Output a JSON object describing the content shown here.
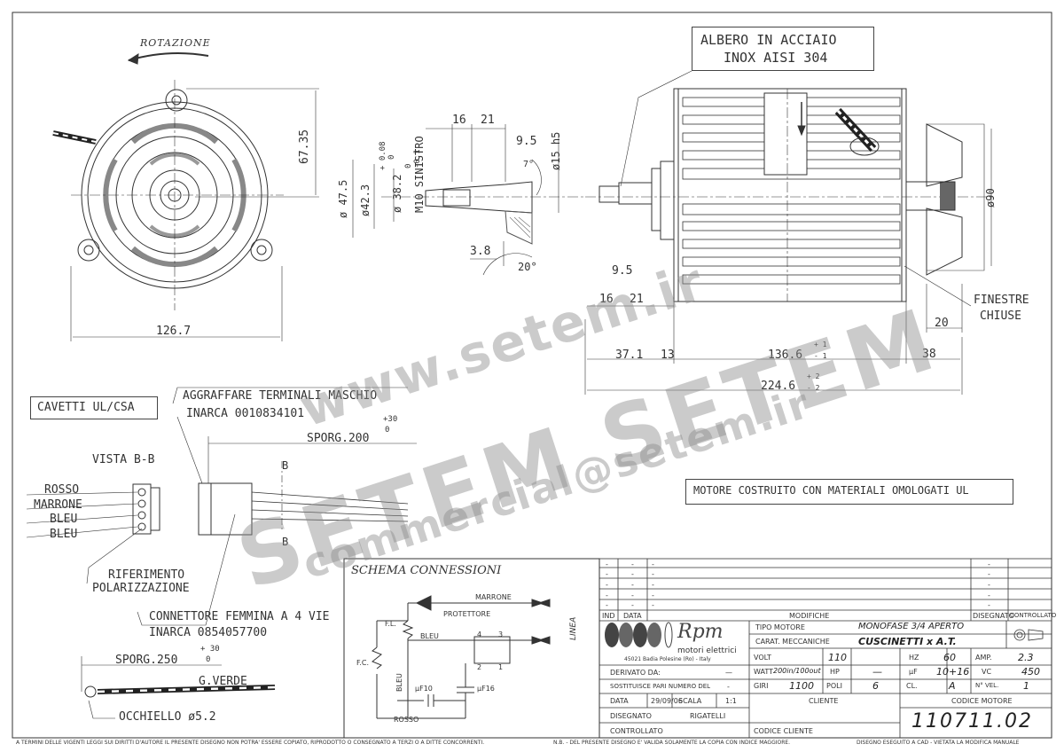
{
  "drawing": {
    "rotation_label": "ROTAZIONE",
    "shaft_note": [
      "ALBERO IN ACCIAIO",
      "INOX AISI 304"
    ],
    "window_note": [
      "FINESTRE",
      "CHIUSE"
    ],
    "cables_note": "CAVETTI UL/CSA",
    "terminal_note": [
      "AGGRAFFARE TERMINALI MASCHIO",
      "INARCA 0010834101"
    ],
    "sporg_200": "SPORG.200",
    "sporg_200_tol": [
      "+30",
      "0"
    ],
    "view_label": "VISTA B-B",
    "section_mark": "B",
    "wire_colors": [
      "ROSSO",
      "MARRONE",
      "BLEU",
      "BLEU"
    ],
    "polarization_note": [
      "RIFERIMENTO",
      "POLARIZZAZIONE"
    ],
    "connector_note": [
      "CONNETTORE FEMMINA A 4 VIE",
      "INARCA 0854057700"
    ],
    "sporg_250": "SPORG.250",
    "sporg_250_tol": [
      "+ 30",
      "0"
    ],
    "ground_wire": "G.VERDE",
    "eyelet_note": "OCCHIELLO ø5.2",
    "ul_note": "MOTORE COSTRUITO CON MATERIALI OMOLOGATI UL",
    "dims": {
      "d126": "126.7",
      "d67": "67.35",
      "d16a": "16",
      "d21a": "21",
      "d9_5a": "9.5",
      "d15": "ø15 h5",
      "d47": "ø 47.5",
      "d42": "ø42.3",
      "d42_tol": [
        "+ 0.08",
        "0"
      ],
      "d38": "ø 38.2",
      "d38_tol": [
        "0",
        "-0.1"
      ],
      "min_sinistro": "M10 SINISTRO",
      "d3_8": "3.8",
      "d20deg": "20°",
      "d7": "7°",
      "d9_5b": "9.5",
      "d16b": "16",
      "d21b": "21",
      "d37": "37.1",
      "d13": "13",
      "d136": "136.6",
      "d136_tol": [
        "+ 1",
        "- 1"
      ],
      "d38b": "38",
      "d20b": "20",
      "d224": "224.6",
      "d224_tol": [
        "+ 2",
        "- 2"
      ],
      "d90": "ø90"
    }
  },
  "schema": {
    "title": "SCHEMA CONNESSIONI",
    "labels": {
      "marrone": "MARRONE",
      "protettore": "PROTETTORE",
      "linea": "LINEA",
      "fl": "F.L.",
      "fc": "F.C.",
      "bleu_h": "BLEU",
      "bleu_v": "BLEU",
      "rosso": "ROSSO",
      "cap1": "µF10",
      "cap2": "µF16",
      "p4": "4",
      "p3": "3",
      "p2": "2",
      "p1": "1"
    }
  },
  "revisions": {
    "rows": [
      [
        "-",
        "-",
        "-",
        "-"
      ],
      [
        "-",
        "-",
        "-",
        "-"
      ],
      [
        "-",
        "-",
        "-",
        "-"
      ],
      [
        "-",
        "-",
        "-",
        "-"
      ],
      [
        "-",
        "-",
        "-",
        "-"
      ]
    ],
    "head_ind": "IND",
    "head_data": "DATA",
    "head_mod": "MODIFICHE",
    "head_dis": "DISEGNATO",
    "head_con": "CONTROLLATO"
  },
  "titleblock": {
    "logo": "Rpm",
    "company": "motori elettrici",
    "address": "45021 Badia Polesine (Ro) - Italy",
    "derivato_label": "DERIVATO DA:",
    "derivato_value": "—",
    "sostituisce_label": "SOSTITUISCE PARI NUMERO DEL",
    "sostituisce_value": "-",
    "data_label": "DATA",
    "data_value": "29/09/06",
    "scala_label": "SCALA",
    "scala_value": "1:1",
    "disegnato_label": "DISEGNATO",
    "disegnato_value": "RIGATELLI",
    "controllato_label": "CONTROLLATO",
    "tipo_label": "TIPO MOTORE",
    "tipo_value": "MONOFASE 3/4 APERTO",
    "carat_label": "CARAT. MECCANICHE",
    "carat_value": "CUSCINETTI x A.T.",
    "volt_label": "VOLT",
    "volt_value": "110",
    "hz_label": "HZ",
    "hz_value": "60",
    "amp_label": "AMP.",
    "amp_value": "2.3",
    "watt_label": "WATT",
    "watt_value": "200in/100out",
    "hp_label": "HP",
    "hp_value": "—",
    "uf_label": "µF",
    "uf_value": "10+16",
    "vc_label": "VC",
    "vc_value": "450",
    "giri_label": "GIRI",
    "giri_value": "1100",
    "poli_label": "POLI",
    "poli_value": "6",
    "cl_label": "CL.",
    "cl_value": "A",
    "nvel_label": "N° VEL.",
    "nvel_value": "1",
    "cliente_label": "CLIENTE",
    "codice_label": "CODICE MOTORE",
    "codice_value": "110711.02",
    "codice_cliente_label": "CODICE CLIENTE"
  },
  "footer": {
    "left": "A TERMINI DELLE VIGENTI LEGGI SUI DIRITTI D'AUTORE IL PRESENTE DISEGNO NON POTRA' ESSERE COPIATO, RIPRODOTTO O CONSEGNATO A TERZI O A DITTE CONCORRENTI.",
    "mid": "N.B. - DEL PRESENTE DISEGNO E' VALIDA SOLAMENTE LA COPIA CON INDICE MAGGIORE.",
    "right": "DISEGNO ESEGUITO A CAD - VIETATA LA MODIFICA MANUALE"
  },
  "watermark": {
    "line1": "www.setem.ir",
    "line2": "SETEM SETEM",
    "line3": "commercial@setem.ir"
  }
}
